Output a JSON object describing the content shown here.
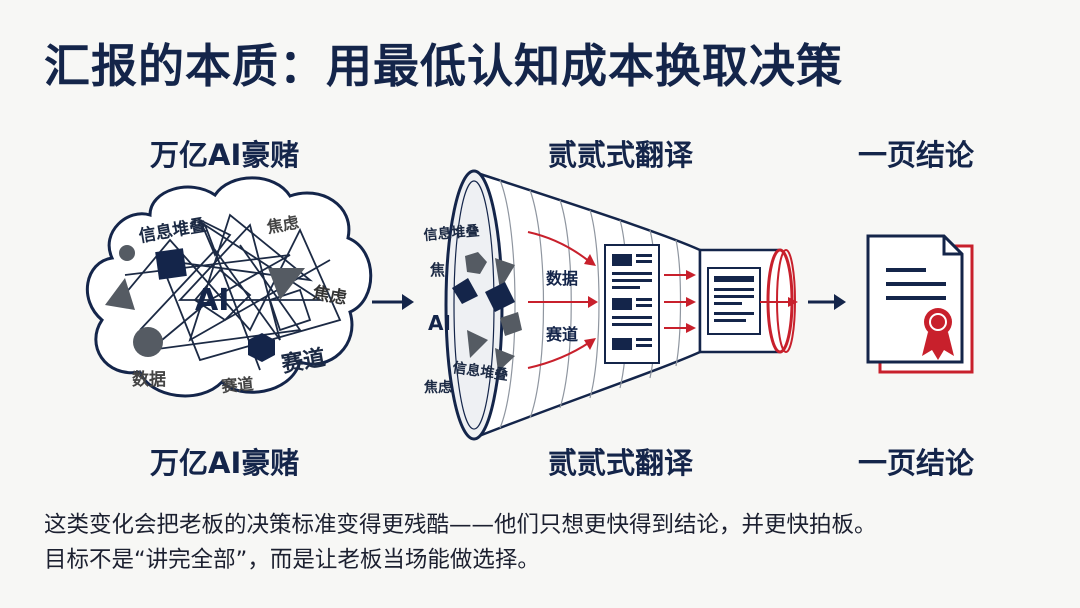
{
  "title": "汇报的本质：用最低认知成本换取决策",
  "stages": [
    {
      "top_label": "万亿AI豪赌",
      "bottom_label": "万亿AI豪赌"
    },
    {
      "top_label": "贰贰式翻译",
      "bottom_label": "贰贰式翻译"
    },
    {
      "top_label": "一页结论",
      "bottom_label": "一页结论"
    }
  ],
  "cloud": {
    "center": "AI",
    "words": [
      "信息堆叠",
      "焦虑",
      "焦虑",
      "数据",
      "赛道",
      "赛道"
    ]
  },
  "funnel": {
    "inlet_words": [
      "信息堆叠",
      "焦",
      "AI",
      "信息堆叠",
      "焦虑"
    ],
    "inner_labels": [
      "数据",
      "赛道"
    ]
  },
  "caption": [
    "这类变化会把老板的决策标准变得更残酷——他们只想更快得到结论，并更快拍板。",
    "目标不是“讲完全部”，而是让老板当场能做选择。"
  ],
  "colors": {
    "navy": "#14254a",
    "red": "#c8202c",
    "gray": "#555b63",
    "background": "#f7f7f5"
  }
}
